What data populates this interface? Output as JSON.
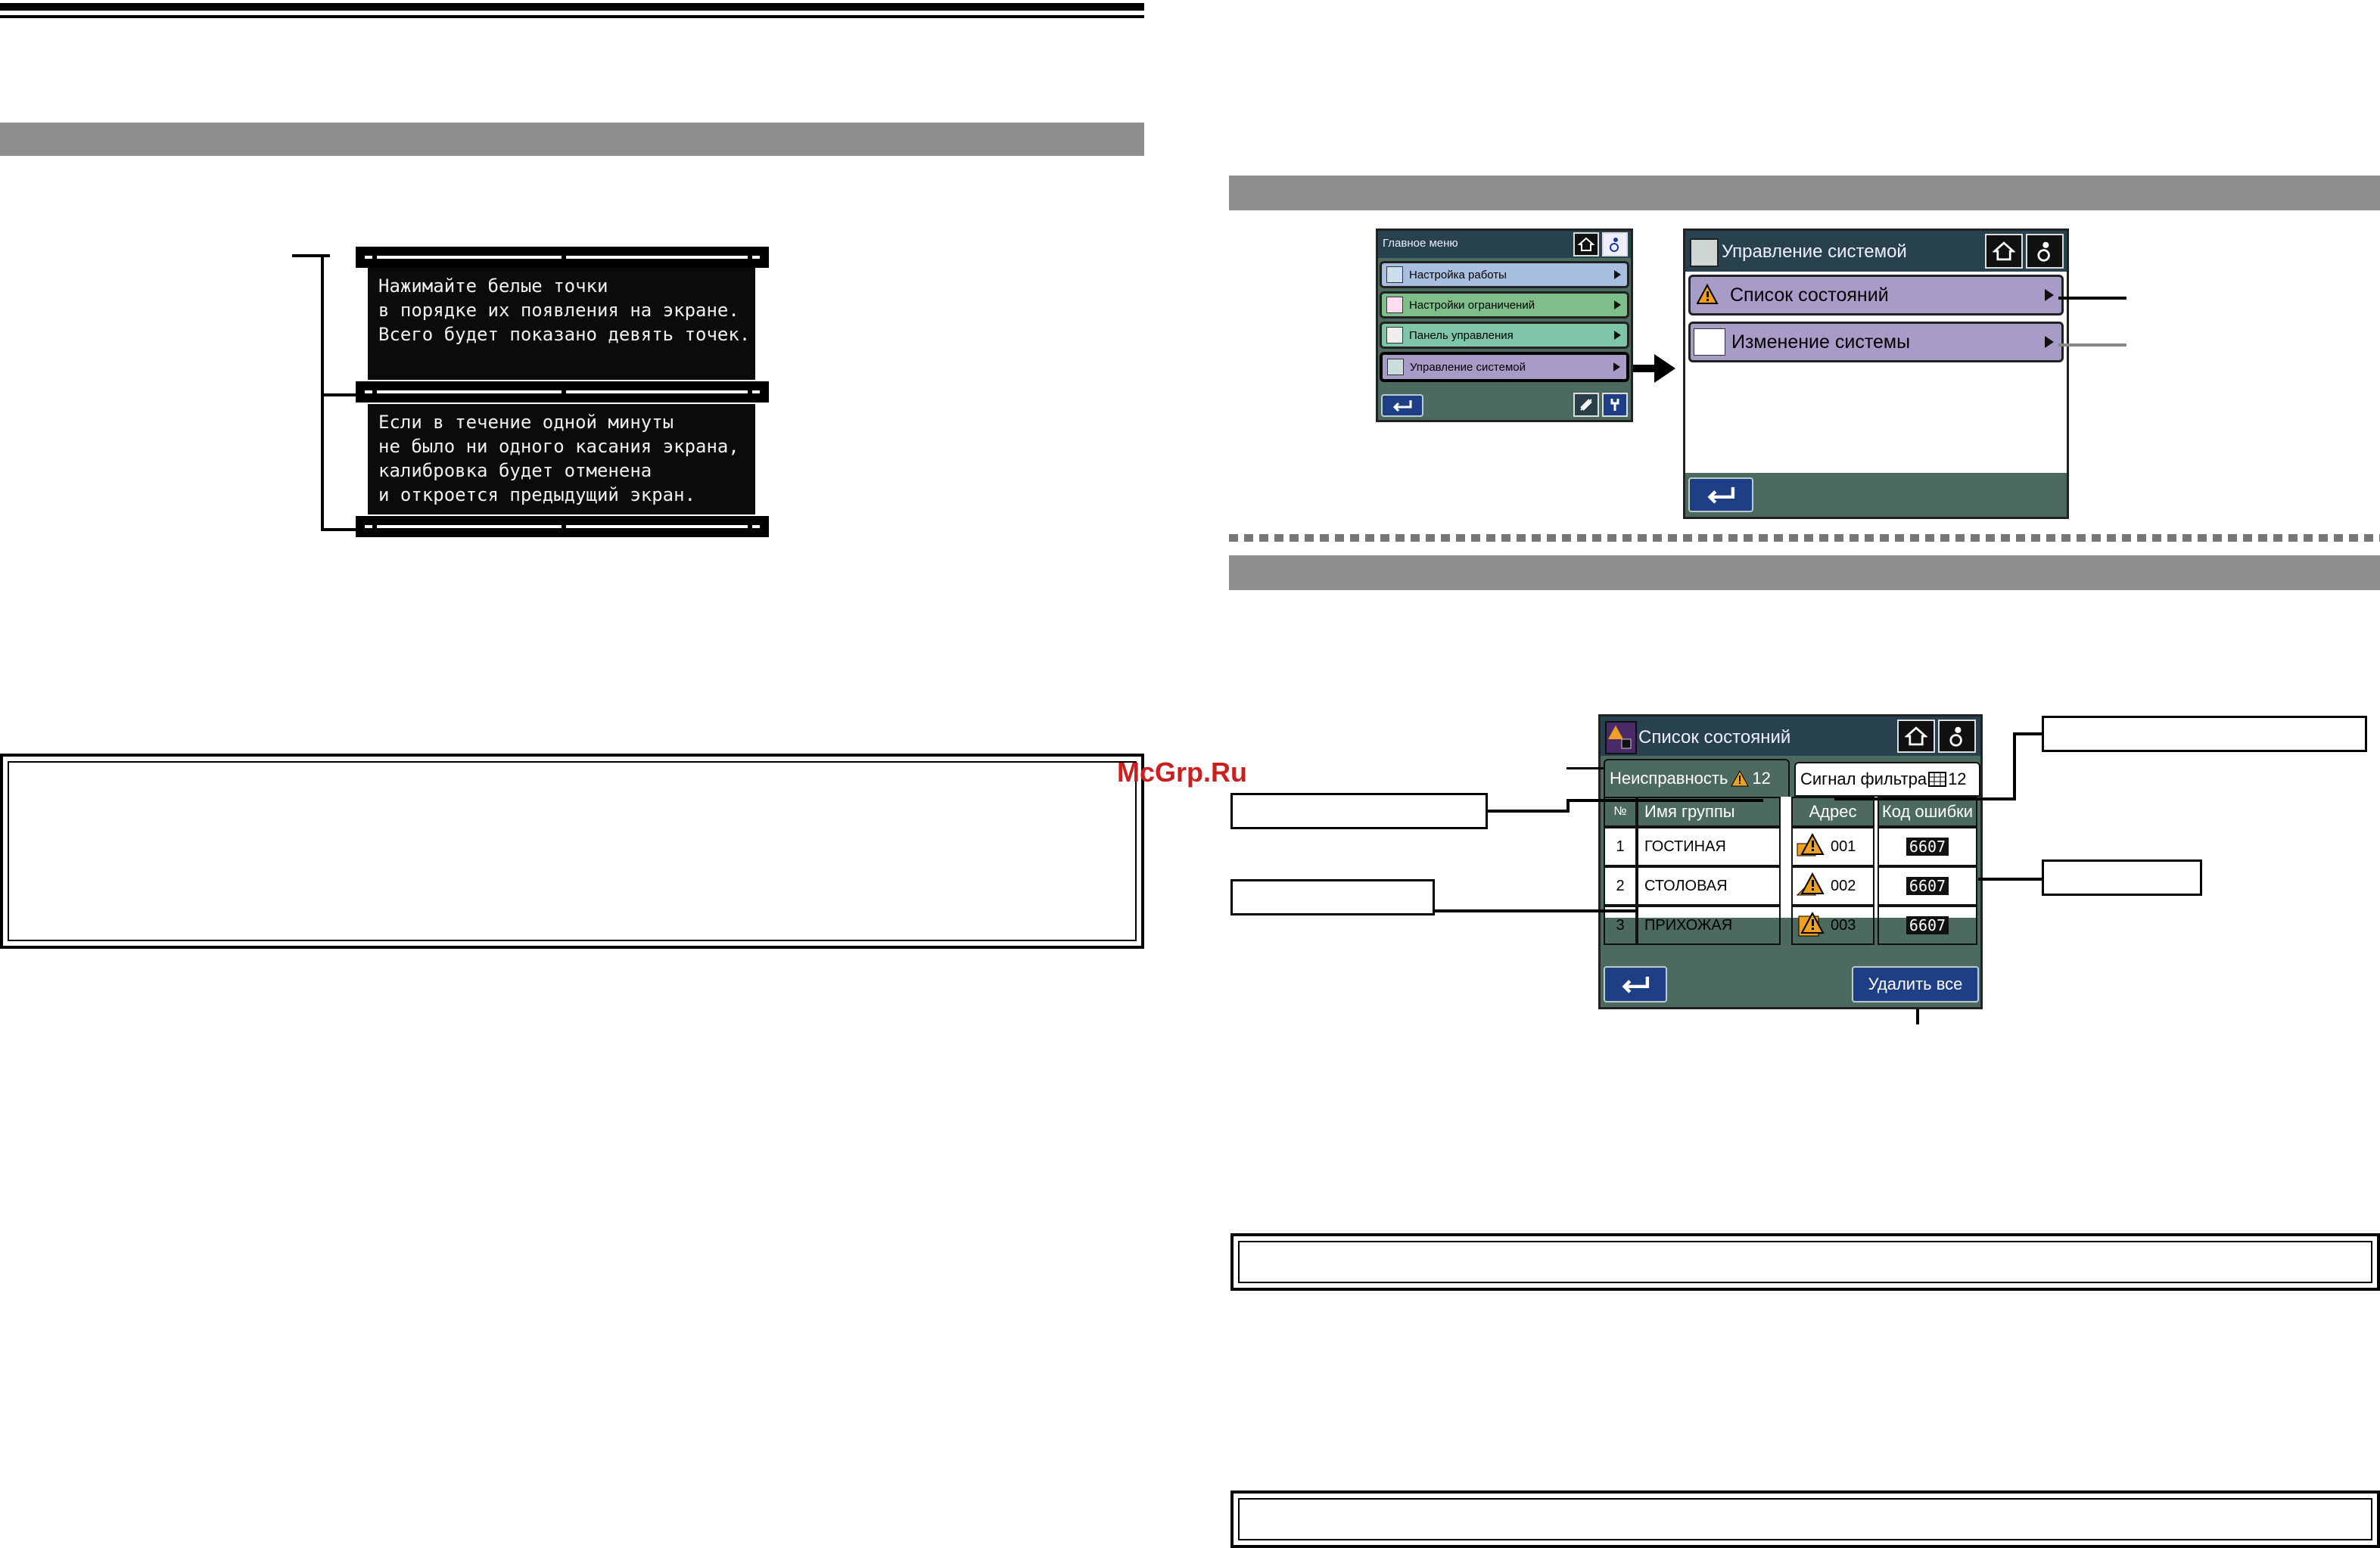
{
  "watermark": "McGrp.Ru",
  "calibration": {
    "message1": [
      "Нажимайте белые точки",
      "в порядке их появления на экране.",
      "Всего будет показано девять точек."
    ],
    "message2": [
      "Если в течение одной минуты",
      "не было ни одного касания экрана,",
      "калибровка будет отменена",
      "и откроется предыдущий экран."
    ]
  },
  "main_menu": {
    "title": "Главное меню",
    "items": [
      "Настройка работы",
      "Настройки ограничений",
      "Панель управления",
      "Управление системой"
    ]
  },
  "system_mgmt": {
    "title": "Управление системой",
    "items": [
      "Список состояний",
      "Изменение системы"
    ]
  },
  "status_list": {
    "title": "Список состояний",
    "tab_fault": "Неисправность",
    "tab_fault_count": "12",
    "tab_filter": "Сигнал фильтра",
    "tab_filter_count": "12",
    "headers": [
      "№",
      "Имя группы",
      "Адрес",
      "Код ошибки"
    ],
    "rows": [
      {
        "n": "1",
        "group": "ГОСТИНАЯ",
        "addr": "001",
        "code": "6607"
      },
      {
        "n": "2",
        "group": "СТОЛОВАЯ",
        "addr": "002",
        "code": "6607"
      },
      {
        "n": "3",
        "group": "ПРИХОЖАЯ",
        "addr": "003",
        "code": "6607"
      }
    ],
    "delete_all": "Удалить все"
  },
  "icons": [
    "home-icon",
    "settings-person-icon",
    "warning-icon",
    "back-arrow-icon",
    "filter-grid-icon"
  ],
  "colors": {
    "menu_blue": "#a9bfe1",
    "menu_green": "#7dbe8a",
    "menu_teal": "#7fc6a8",
    "menu_purple": "#a79bc8",
    "screen_bg": "#4d6a60",
    "titlebar": "#27424e"
  }
}
